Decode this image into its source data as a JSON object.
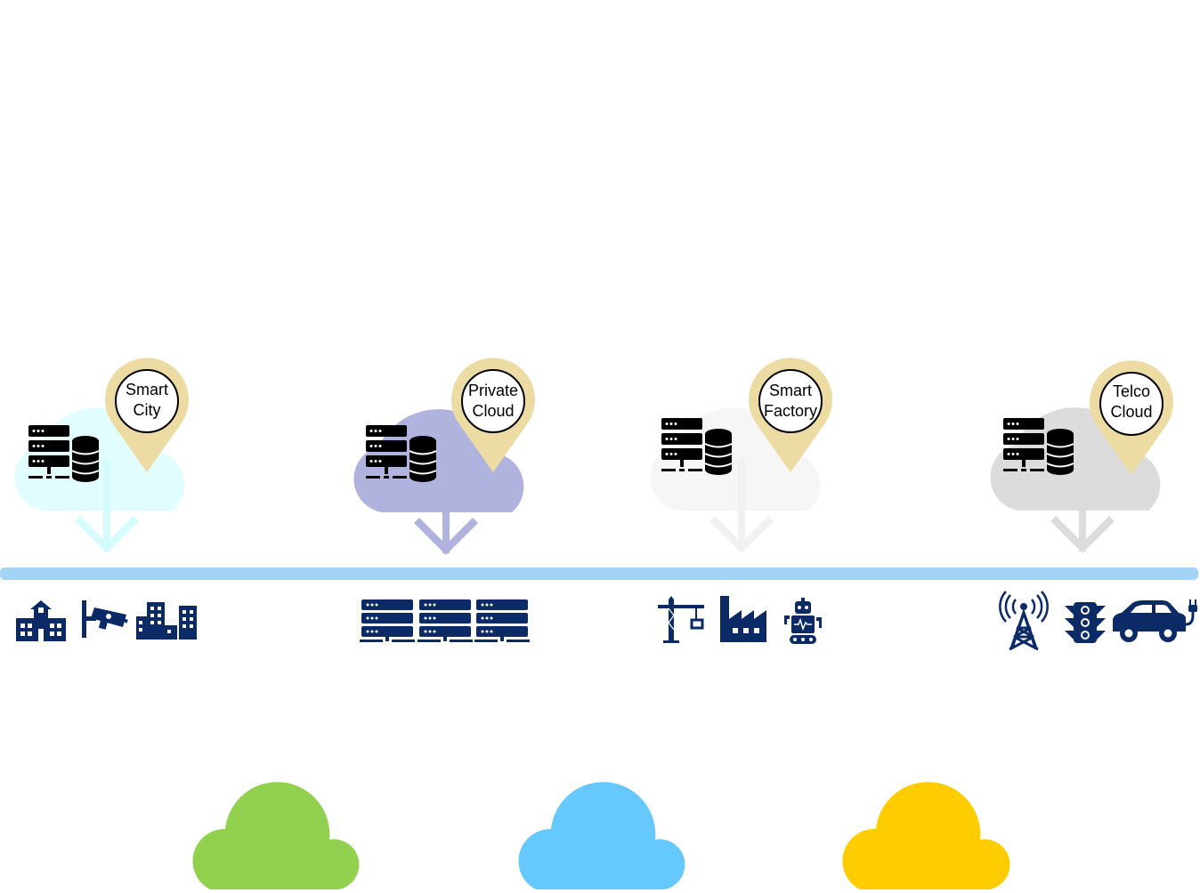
{
  "colors": {
    "navy": "#0b2a66",
    "pin": "#ecdca4",
    "divider": "#a3d4f7",
    "cloud_smart_city": "#e1fdfe",
    "cloud_private": "#b0b3de",
    "cloud_smart_factory": "#f6f6f6",
    "cloud_telco": "#dcdcdc",
    "arrow_smart_city": "#d6fbfd",
    "arrow_private": "#b0b3de",
    "arrow_smart_factory": "#f1f1f1",
    "arrow_telco": "#dcdcdc",
    "bottom_green": "#92d050",
    "bottom_blue": "#66c9fd",
    "bottom_yellow": "#ffcc00"
  },
  "sites": [
    {
      "label_line1": "Smart",
      "label_line2": "City",
      "icons": [
        "school-icon",
        "cctv-camera-icon",
        "city-buildings-icon"
      ]
    },
    {
      "label_line1": "Private",
      "label_line2": "Cloud",
      "icons": [
        "server-rack-icon",
        "server-rack-icon",
        "server-rack-icon"
      ]
    },
    {
      "label_line1": "Smart",
      "label_line2": "Factory",
      "icons": [
        "tower-crane-icon",
        "factory-icon",
        "robot-icon"
      ]
    },
    {
      "label_line1": "Telco",
      "label_line2": "Cloud",
      "icons": [
        "cell-tower-icon",
        "traffic-light-icon",
        "electric-car-icon"
      ]
    }
  ]
}
